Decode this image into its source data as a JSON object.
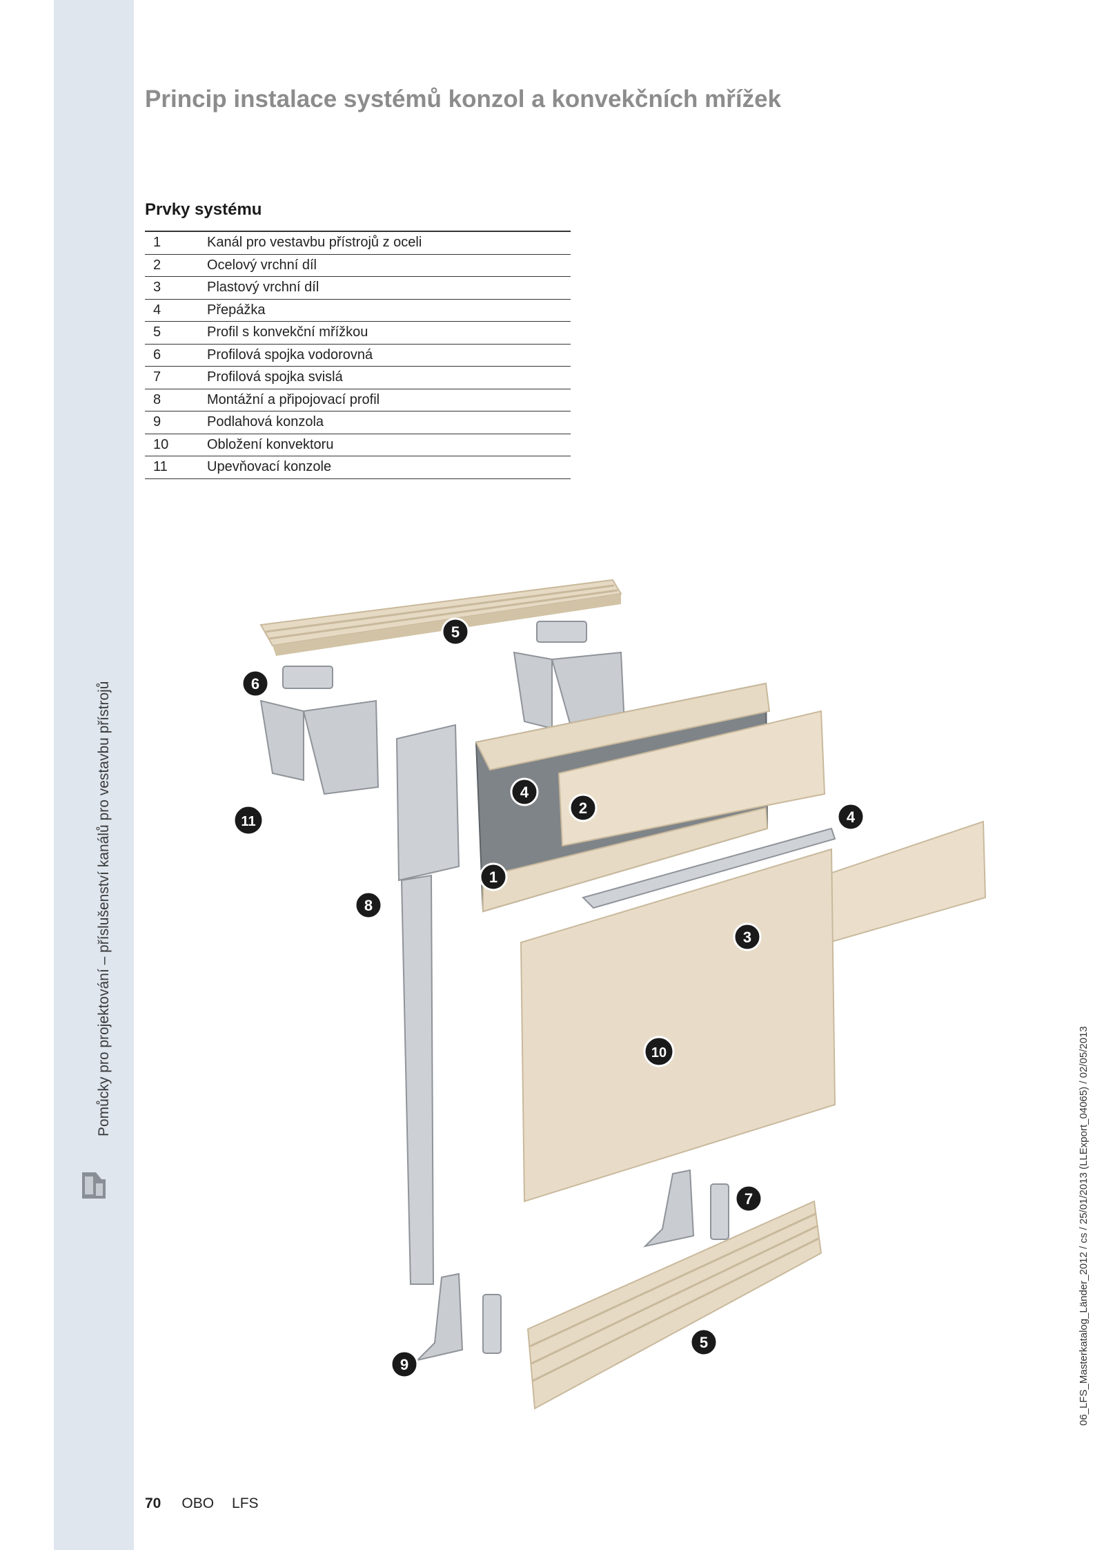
{
  "title": "Princip instalace systémů konzol a konvekčních mřížek",
  "section_heading": "Prvky systému",
  "parts": [
    {
      "num": "1",
      "label": "Kanál pro vestavbu přístrojů z oceli"
    },
    {
      "num": "2",
      "label": "Ocelový vrchní díl"
    },
    {
      "num": "3",
      "label": "Plastový vrchní díl"
    },
    {
      "num": "4",
      "label": "Přepážka"
    },
    {
      "num": "5",
      "label": "Profil s konvekční mřížkou"
    },
    {
      "num": "6",
      "label": "Profilová spojka vodorovná"
    },
    {
      "num": "7",
      "label": "Profilová spojka svislá"
    },
    {
      "num": "8",
      "label": "Montážní a připojovací profil"
    },
    {
      "num": "9",
      "label": "Podlahová konzola"
    },
    {
      "num": "10",
      "label": "Obložení konvektoru"
    },
    {
      "num": "11",
      "label": "Upevňovací konzole"
    }
  ],
  "callouts": {
    "c1": "1",
    "c2": "2",
    "c3": "3",
    "c4a": "4",
    "c4b": "4",
    "c5a": "5",
    "c5b": "5",
    "c6": "6",
    "c7": "7",
    "c8": "8",
    "c9": "9",
    "c10": "10",
    "c11": "11"
  },
  "sidebar_text": "Pomůcky pro projektování – příslušenství kanálů pro vestavbu přístrojů",
  "footer": {
    "page_number": "70",
    "brand": "OBO",
    "product": "LFS"
  },
  "doc_code": "06_LFS_Masterkatalog_Länder_2012 / cs / 25/01/2013 (LLExport_04065) / 02/05/2013",
  "colors": {
    "sidebar": "#dfe6ee",
    "title": "#8c8c8c",
    "beige": "#e8dcc8",
    "metal": "#c9ccd0",
    "callout": "#1a1a1a"
  }
}
